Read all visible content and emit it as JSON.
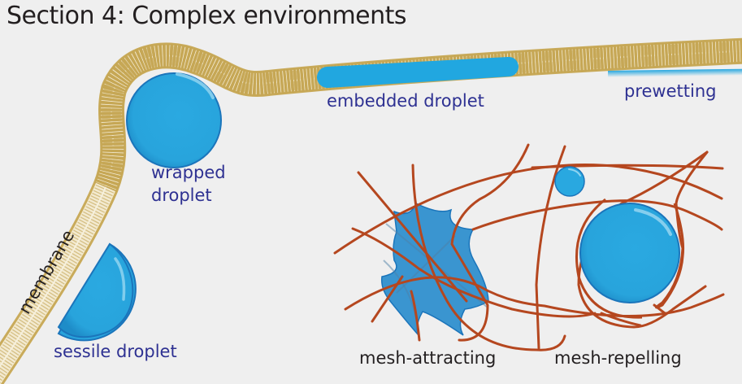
{
  "title": "Section 4: Complex environments",
  "labels": {
    "membrane": "membrane",
    "wrapped_droplet_line1": "wrapped",
    "wrapped_droplet_line2": "droplet",
    "embedded_droplet": "embedded droplet",
    "prewetting": "prewetting",
    "sessile_droplet": "sessile droplet",
    "mesh_attracting": "mesh-attracting",
    "mesh_repelling": "mesh-repelling"
  },
  "colors": {
    "background": "#efefef",
    "droplet_fill": "#29a8e0",
    "droplet_edge": "#1b75bb",
    "mesh_fiber": "#b5471f",
    "membrane_head": "#c9ab5b",
    "membrane_tail": "#d9c58f",
    "label_blue": "#2e3192",
    "label_dark": "#231f20",
    "condensate_fill": "#3a95d0"
  }
}
